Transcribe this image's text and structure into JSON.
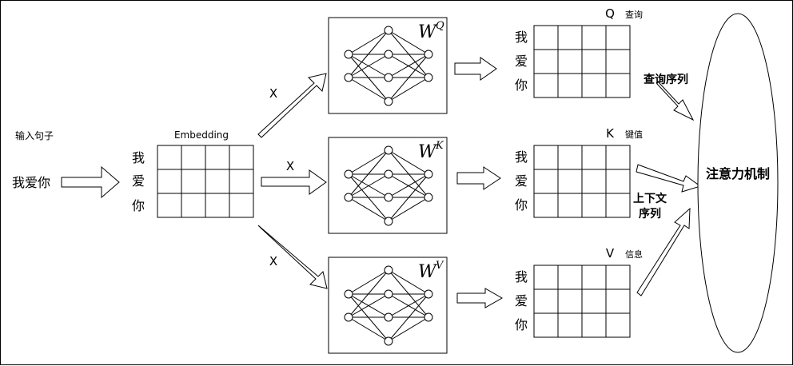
{
  "input": {
    "caption": "输入句子",
    "sentence": "我爱你"
  },
  "embedding": {
    "label": "Embedding",
    "tokens": [
      "我",
      "爱",
      "你"
    ]
  },
  "multiply_labels": {
    "q": "X",
    "k": "X",
    "v": "X"
  },
  "weights": [
    {
      "id": "q",
      "symbol": "W",
      "superscript": "Q"
    },
    {
      "id": "k",
      "symbol": "W",
      "superscript": "K"
    },
    {
      "id": "v",
      "symbol": "W",
      "superscript": "V"
    }
  ],
  "outputs": [
    {
      "id": "q",
      "letter": "Q",
      "caption": "查询",
      "tokens": [
        "我",
        "爱",
        "你"
      ]
    },
    {
      "id": "k",
      "letter": "K",
      "caption": "键值",
      "tokens": [
        "我",
        "爱",
        "你"
      ]
    },
    {
      "id": "v",
      "letter": "V",
      "caption": "信息",
      "tokens": [
        "我",
        "爱",
        "你"
      ]
    }
  ],
  "arrow_labels": {
    "q": "查询序列",
    "k_line1": "上下文",
    "k_line2": "序列"
  },
  "attention": {
    "label": "注意力机制"
  },
  "colors": {
    "stroke": "#000000",
    "fill": "#ffffff"
  }
}
